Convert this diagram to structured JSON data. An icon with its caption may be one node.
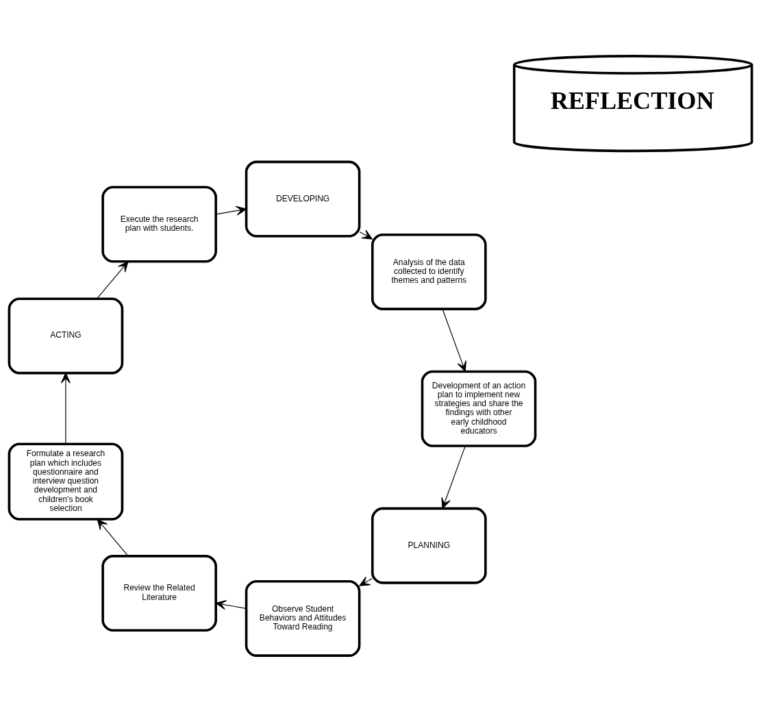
{
  "diagram": {
    "nodes": [
      {
        "text": [
          "PLANNING"
        ]
      },
      {
        "text": [
          "Observe Student Behaviors and Attitudes Toward Reading"
        ]
      },
      {
        "text": [
          "Review the Related Literature"
        ]
      },
      {
        "text": [
          "Formulate a research plan which includes questionnaire and interview question development and children's book selection"
        ]
      },
      {
        "text": [
          "ACTING"
        ]
      },
      {
        "text": [
          "Execute the research plan with students."
        ]
      },
      {
        "text": [
          "DEVELOPING"
        ]
      },
      {
        "text": [
          "Analysis of the data collected to identify themes and patterns"
        ]
      },
      {
        "text": [
          "Development of an action plan to implement new strategies and share the findings with other early childhood educators"
        ]
      },
      {
        "text": [
          "REFLECTION"
        ]
      }
    ],
    "edges": [
      {
        "from": 0,
        "to": 1,
        "arrow": "to"
      },
      {
        "from": 1,
        "to": 2,
        "arrow": "to"
      },
      {
        "from": 2,
        "to": 3,
        "arrow": "to"
      },
      {
        "from": 3,
        "to": 4,
        "arrow": "to"
      },
      {
        "from": 4,
        "to": 5,
        "arrow": "to"
      },
      {
        "from": 5,
        "to": 6,
        "arrow": "to"
      },
      {
        "from": 6,
        "to": 7,
        "arrow": "to"
      },
      {
        "from": 7,
        "to": 8,
        "arrow": "to"
      },
      {
        "from": 8,
        "to": 0,
        "arrow": "to"
      }
    ]
  }
}
